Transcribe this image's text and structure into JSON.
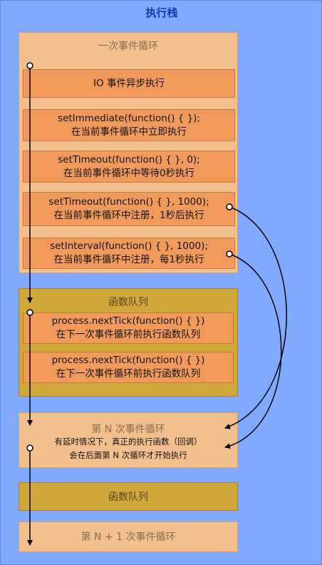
{
  "title": "执行栈",
  "loop1": {
    "label": "一次事件循环",
    "items": [
      {
        "line1": "IO 事件异步执行",
        "line2": ""
      },
      {
        "line1": "setImmediate(function() { });",
        "line2": "在当前事件循环中立即执行"
      },
      {
        "line1": "setTimeout(function() { }, 0);",
        "line2": "在当前事件循环中等待0秒执行"
      },
      {
        "line1": "setTimeout(function() { }, 1000);",
        "line2": "在当前事件循环中注册，1秒后执行"
      },
      {
        "line1": "setInterval(function() { }, 1000);",
        "line2": "在当前事件循环中注册，每1秒执行"
      }
    ]
  },
  "queue1": {
    "label": "函数队列",
    "items": [
      {
        "line1": "process.nextTick(function() { })",
        "line2": "在下一次事件循环前执行函数队列"
      },
      {
        "line1": "process.nextTick(function() { })",
        "line2": "在下一次事件循环前执行函数队列"
      }
    ]
  },
  "loopN": {
    "label": "第 N 次事件循环",
    "note1": "有延时情况下，真正的执行函数（回调）",
    "note2": "会在后面第 N 次循环才开始执行"
  },
  "queue2": {
    "label": "函数队列"
  },
  "loopN1": {
    "label": "第 N + 1 次事件循环"
  },
  "colors": {
    "background": "#80aaff",
    "loop_group": "#f2c08f",
    "queue_group": "#cfa73a",
    "item_box": "#f29a5b",
    "title": "#1636b8"
  }
}
